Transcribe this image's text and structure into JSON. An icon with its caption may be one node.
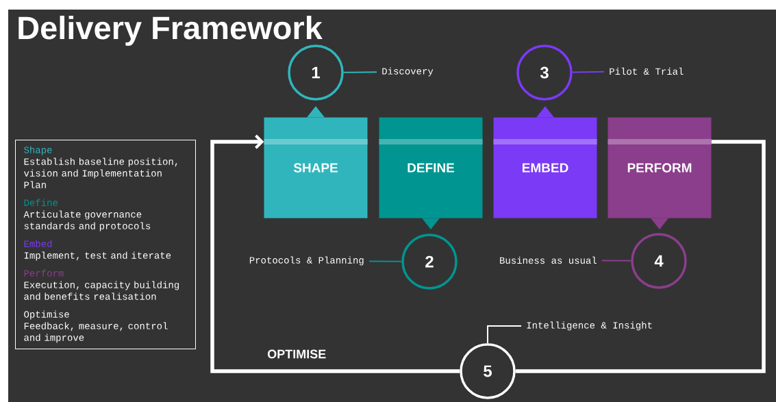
{
  "diagram": {
    "title": "Delivery Framework",
    "nodes": [
      {
        "text": [
          "SHAPE"
        ]
      },
      {
        "text": [
          "DEFINE"
        ]
      },
      {
        "text": [
          "EMBED"
        ]
      },
      {
        "text": [
          "PERFORM"
        ]
      },
      {
        "text": [
          "1"
        ]
      },
      {
        "text": [
          "Discovery"
        ]
      },
      {
        "text": [
          "2"
        ]
      },
      {
        "text": [
          "Protocols & Planning"
        ]
      },
      {
        "text": [
          "3"
        ]
      },
      {
        "text": [
          "Pilot & Trial"
        ]
      },
      {
        "text": [
          "4"
        ]
      },
      {
        "text": [
          "Business as usual"
        ]
      },
      {
        "text": [
          "5"
        ]
      },
      {
        "text": [
          "Intelligence & Insight"
        ]
      },
      {
        "text": [
          "Shape",
          "Establish baseline position, vision and Implementation Plan",
          "Define",
          "Articulate governance standards and protocols",
          "Embed",
          "Implement, test and iterate",
          "Perform",
          "Execution, capacity building and benefits realisation",
          "Optimise",
          "Feedback, measure, control and improve"
        ]
      }
    ],
    "edges": [
      {
        "from": 4,
        "to": 5,
        "arrow": "none",
        "color": "#31b5bd"
      },
      {
        "from": 6,
        "to": 7,
        "arrow": "none",
        "color": "#009591"
      },
      {
        "from": 8,
        "to": 9,
        "arrow": "none",
        "color": "#7b3af5"
      },
      {
        "from": 10,
        "to": 11,
        "arrow": "none",
        "color": "#8b3e8c"
      },
      {
        "from": 12,
        "to": 13,
        "arrow": "none"
      },
      {
        "from": 12,
        "to": 0,
        "arrow": "to",
        "style": "thick"
      },
      {
        "from": 3,
        "to": 12,
        "arrow": "none",
        "style": "thick"
      }
    ],
    "labels": [
      "OPTIMISE"
    ]
  }
}
